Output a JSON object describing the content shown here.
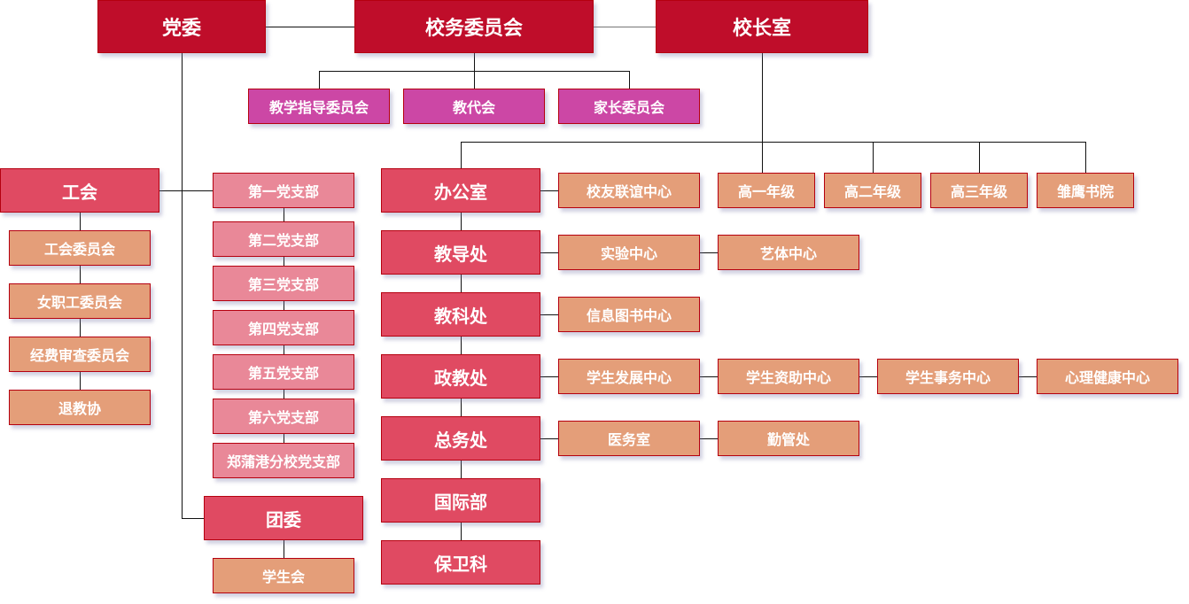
{
  "colors": {
    "top": "#bf0d2a",
    "department": "#e04a62",
    "party_branch": "#e98898",
    "sub_unit": "#e49e79",
    "committee": "#cc47a5",
    "border": "#b5000f",
    "connector": "#111111"
  },
  "top": {
    "party_committee": "党委",
    "school_affairs_committee": "校务委员会",
    "principal_office": "校长室"
  },
  "committees": [
    "教学指导委员会",
    "教代会",
    "家长委员会"
  ],
  "union": {
    "label": "工会",
    "children": [
      "工会委员会",
      "女职工委员会",
      "经费审查委员会",
      "退教协"
    ]
  },
  "party_branches": [
    "第一党支部",
    "第二党支部",
    "第三党支部",
    "第四党支部",
    "第五党支部",
    "第六党支部",
    "郑蒲港分校党支部"
  ],
  "youth_league": {
    "label": "团委",
    "children": [
      "学生会"
    ]
  },
  "grades": [
    "高一年级",
    "高二年级",
    "高三年级",
    "雏鹰书院"
  ],
  "departments": [
    {
      "label": "办公室",
      "children": [
        "校友联谊中心"
      ]
    },
    {
      "label": "教导处",
      "children": [
        "实验中心",
        "艺体中心"
      ]
    },
    {
      "label": "教科处",
      "children": [
        "信息图书中心"
      ]
    },
    {
      "label": "政教处",
      "children": [
        "学生发展中心",
        "学生资助中心",
        "学生事务中心",
        "心理健康中心"
      ]
    },
    {
      "label": "总务处",
      "children": [
        "医务室",
        "勤管处"
      ]
    },
    {
      "label": "国际部",
      "children": []
    },
    {
      "label": "保卫科",
      "children": []
    }
  ]
}
